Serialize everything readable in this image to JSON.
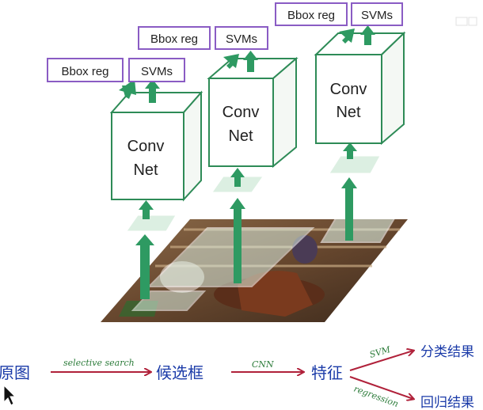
{
  "colors": {
    "cube_stroke": "#2e8b57",
    "cube_front": "#ffffff",
    "cube_side": "#f4f8f4",
    "arrow": "#2e9a62",
    "box_border": "#8a5cc4",
    "roi_fill": "#dcefe2",
    "flow_arrow": "#b0213a",
    "flow_text": "#1a3aa8",
    "label_green": "#2e7d3c"
  },
  "networks": [
    {
      "line1": "Conv",
      "line2": "Net",
      "bbox_label": "Bbox reg",
      "svm_label": "SVMs"
    },
    {
      "line1": "Conv",
      "line2": "Net",
      "bbox_label": "Bbox reg",
      "svm_label": "SVMs"
    },
    {
      "line1": "Conv",
      "line2": "Net",
      "bbox_label": "Bbox reg",
      "svm_label": "SVMs"
    }
  ],
  "pipeline": {
    "step_image": "原图",
    "arrow1_label": "selective search",
    "step_proposals": "候选框",
    "arrow2_label": "CNN",
    "step_features": "特征",
    "arrow3_label": "SVM",
    "step_classify": "分类结果",
    "arrow4_label": "regression",
    "step_regress": "回归结果"
  },
  "icons": {
    "cursor": "cursor-arrow-icon",
    "watermark": "watermark-logo-icon"
  }
}
